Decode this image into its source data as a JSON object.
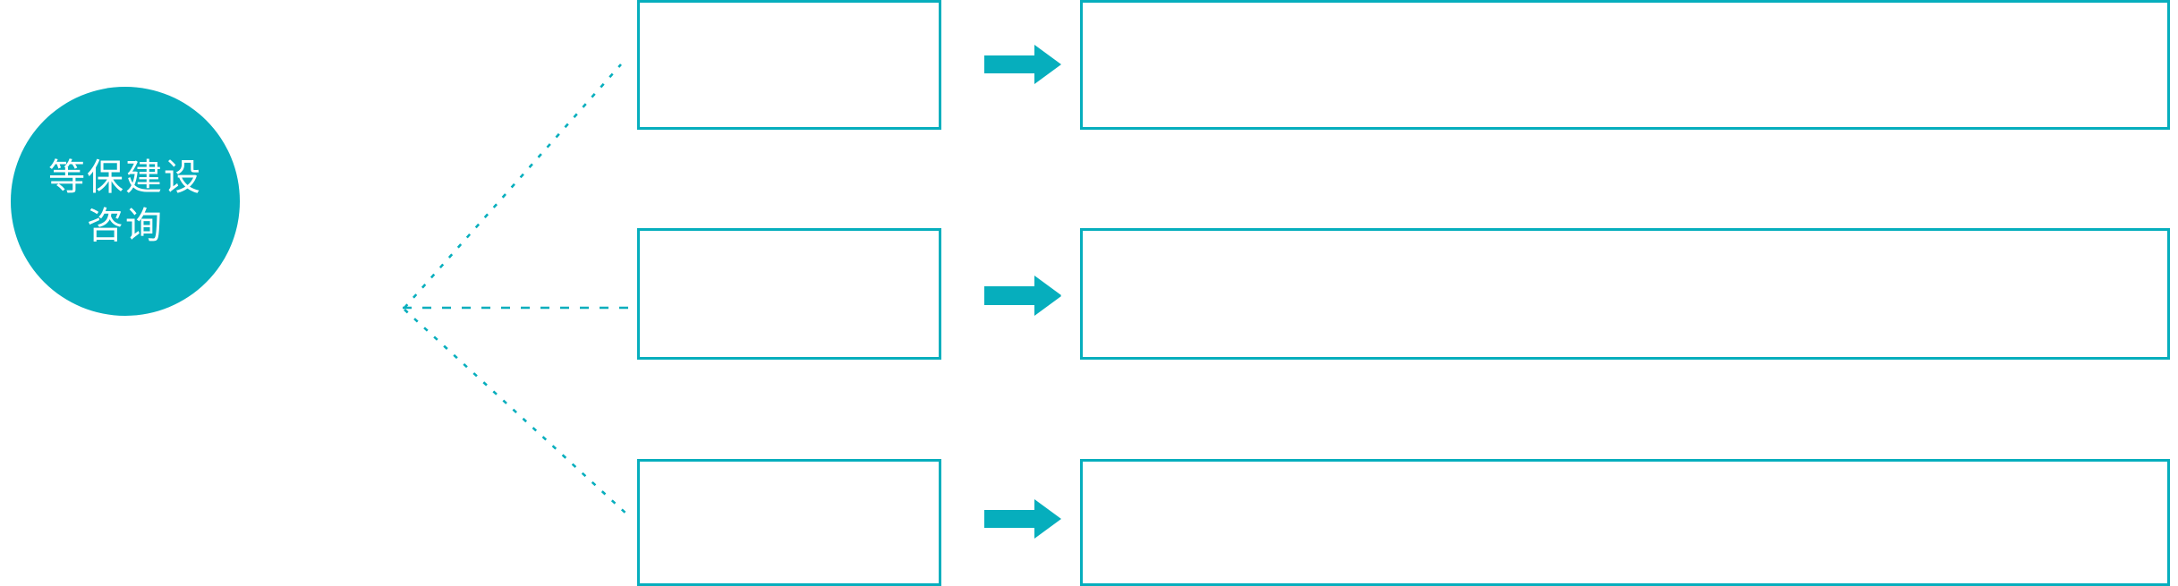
{
  "theme": {
    "accent": "#06AEBD",
    "background": "#ffffff",
    "hub_text_color": "#ffffff",
    "box_border_color": "#06AEBD",
    "connector_color": "#06AEBD"
  },
  "hub": {
    "name": "等保建设咨询",
    "line1": "等保建设",
    "line2": "咨询",
    "shape": "circle"
  },
  "connector": {
    "style": "dotted",
    "branch_count": 3
  },
  "arrow": {
    "icon": "right-block-arrow-icon",
    "color": "#06AEBD"
  },
  "rows": [
    {
      "id": "row-1",
      "step_label": "",
      "detail_label": "",
      "arrow_icon": "right-block-arrow-icon"
    },
    {
      "id": "row-2",
      "step_label": "",
      "detail_label": "",
      "arrow_icon": "right-block-arrow-icon"
    },
    {
      "id": "row-3",
      "step_label": "",
      "detail_label": "",
      "arrow_icon": "right-block-arrow-icon"
    }
  ]
}
